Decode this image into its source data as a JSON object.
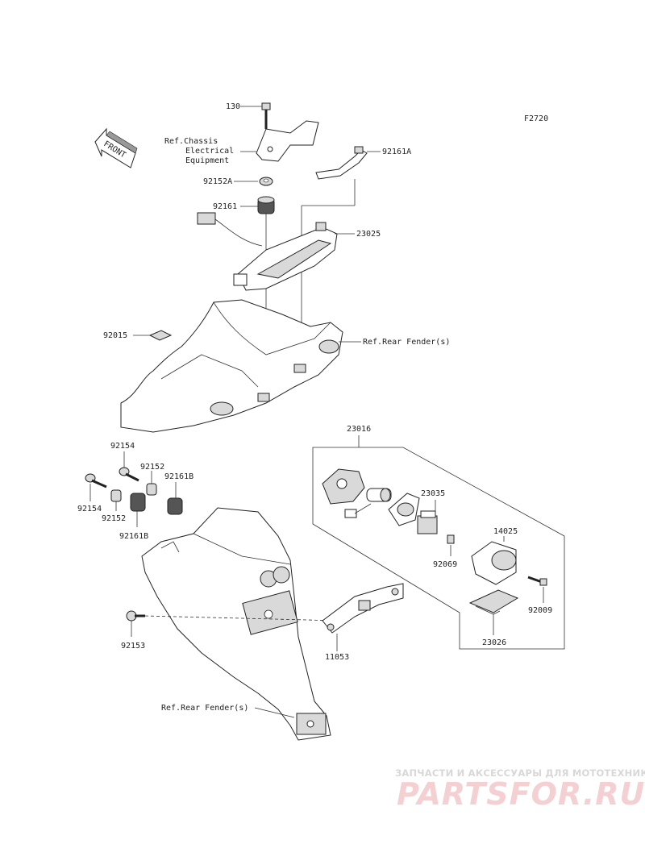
{
  "diagram_code": "F2720",
  "front_label": "FRONT",
  "labels": {
    "p130": "130",
    "ref_chassis_1": "Ref.Chassis",
    "ref_chassis_2": "Electrical",
    "ref_chassis_3": "Equipment",
    "p92161A": "92161A",
    "p92152A": "92152A",
    "p92161": "92161",
    "p23025": "23025",
    "p92015": "92015",
    "ref_rear_fender_top": "Ref.Rear Fender(s)",
    "p23016": "23016",
    "p92154_top": "92154",
    "p92152_top": "92152",
    "p92161B_top": "92161B",
    "p92154_left": "92154",
    "p92152_low": "92152",
    "p92161B_low": "92161B",
    "p23035": "23035",
    "p14025": "14025",
    "p92069": "92069",
    "p92009": "92009",
    "p92153": "92153",
    "p11053": "11053",
    "p23026": "23026",
    "ref_rear_fender_bottom": "Ref.Rear Fender(s)"
  },
  "watermark": {
    "tagline": "ЗАПЧАСТИ И АКСЕССУАРЫ ДЛЯ МОТОТЕХНИКИ",
    "logo": "PARTSFOR.RU"
  }
}
